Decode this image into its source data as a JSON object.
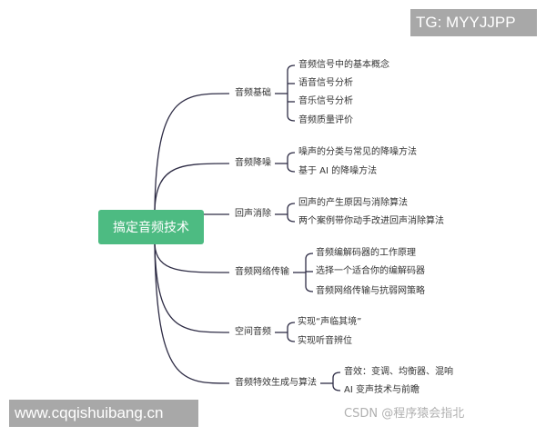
{
  "root": "搞定音频技术",
  "branches": [
    {
      "label": "音频基础",
      "children": [
        "音频信号中的基本概念",
        "语音信号分析",
        "音乐信号分析",
        "音频质量评价"
      ]
    },
    {
      "label": "音频降噪",
      "children": [
        "噪声的分类与常见的降噪方法",
        "基于 AI 的降噪方法"
      ]
    },
    {
      "label": "回声消除",
      "children": [
        "回声的产生原因与消除算法",
        "两个案例带你动手改进回声消除算法"
      ]
    },
    {
      "label": "音频网络传输",
      "children": [
        "音频编解码器的工作原理",
        "选择一个适合你的编解码器",
        "音频网络传输与抗弱网策略"
      ]
    },
    {
      "label": "空间音频",
      "children": [
        "实现“声临其境”",
        "实现听音辨位"
      ]
    },
    {
      "label": "音频特效生成与算法",
      "children": [
        "音效：变调、均衡器、混响",
        "AI 变声技术与前瞻"
      ]
    }
  ],
  "watermark": "CSDN @程序猿会指北",
  "overlay_top": "TG: MYYJJPP",
  "overlay_bottom": "www.cqqishuibang.cn",
  "colors": {
    "root": "#4dbb82",
    "lines": "#2e2c45",
    "overlay": "#a8a8a8"
  }
}
